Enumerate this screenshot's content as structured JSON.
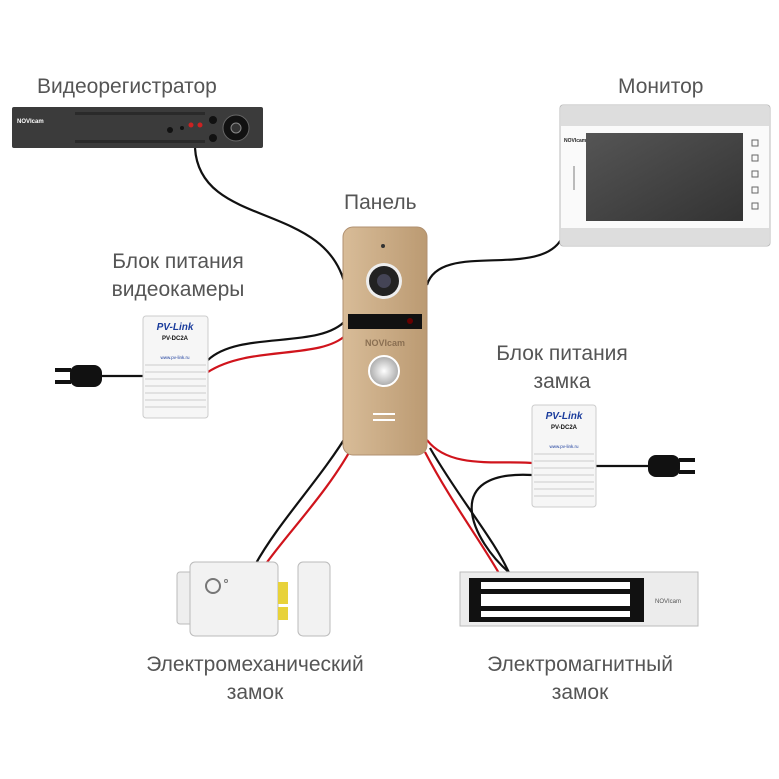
{
  "labels": {
    "dvr": "Видеорегистратор",
    "monitor": "Монитор",
    "panel": "Панель",
    "camera_psu_line1": "Блок питания",
    "camera_psu_line2": "видеокамеры",
    "lock_psu_line1": "Блок питания",
    "lock_psu_line2": "замка",
    "em_lock_line1": "Электромеханический",
    "em_lock_line2": "замок",
    "mag_lock_line1": "Электромагнитный",
    "mag_lock_line2": "замок"
  },
  "devices": {
    "brand_logo": "NOVIcam",
    "psu_brand": "PV-Link",
    "psu_model": "PV-DC2A",
    "psu_url": "www.pv-link.ru"
  },
  "colors": {
    "wire_black": "#111111",
    "wire_red": "#d0141c",
    "panel_gold": "#c9a882",
    "label_text": "#555555"
  }
}
